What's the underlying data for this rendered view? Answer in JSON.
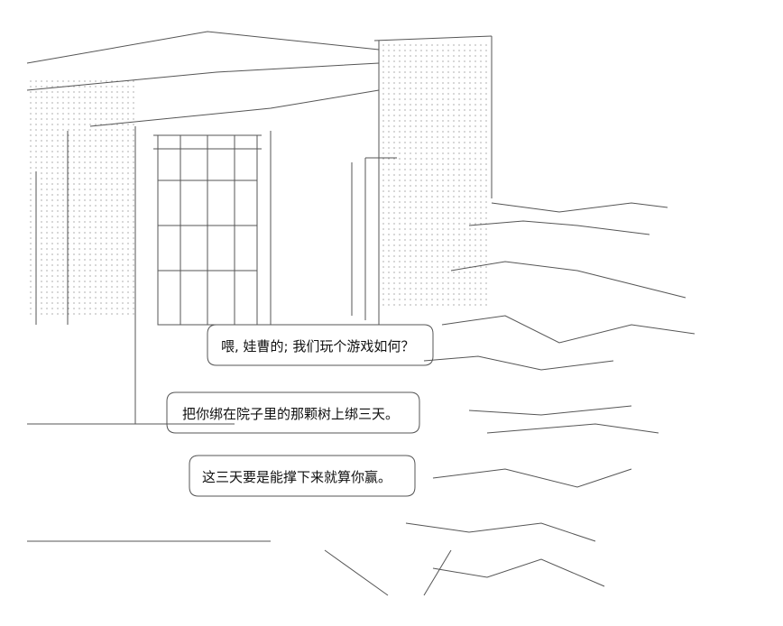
{
  "dialogue": [
    {
      "id": "line1",
      "text": "喂, 娃曹的; 我们玩个游戏如何？"
    },
    {
      "id": "line2",
      "text": "把你绑在院子里的那颗树上绑三天。"
    },
    {
      "id": "line3",
      "text": "这三天要是能撑下来就算你赢。"
    }
  ],
  "colors": {
    "ink": "#555555",
    "background": "#ffffff",
    "text": "#111111"
  }
}
